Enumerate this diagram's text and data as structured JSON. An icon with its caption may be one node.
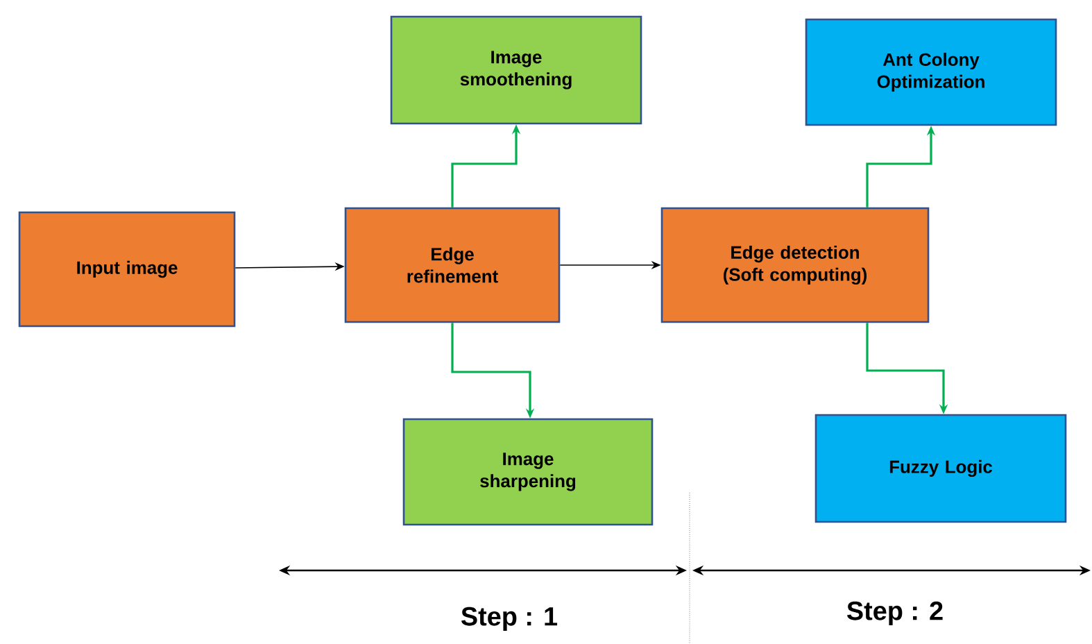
{
  "diagram": {
    "nodes": [
      {
        "text": [
          "Input image"
        ]
      },
      {
        "text": [
          "Edge refinement"
        ]
      },
      {
        "text": [
          "Image smoothening"
        ]
      },
      {
        "text": [
          "Image sharpening"
        ]
      },
      {
        "text": [
          "Edge detection (Soft computing)"
        ]
      },
      {
        "text": [
          "Ant Colony Optimization"
        ]
      },
      {
        "text": [
          "Fuzzy Logic"
        ]
      }
    ],
    "edges": [
      {
        "from": 0,
        "to": 1,
        "arrow": "to",
        "color": "#000000"
      },
      {
        "from": 1,
        "to": 4,
        "arrow": "to",
        "color": "#000000"
      },
      {
        "from": 1,
        "to": 2,
        "arrow": "to"
      },
      {
        "from": 1,
        "to": 3,
        "arrow": "to"
      },
      {
        "from": 4,
        "to": 5,
        "arrow": "to"
      },
      {
        "from": 4,
        "to": 6,
        "arrow": "to"
      }
    ],
    "labels": [
      "Step : 1",
      "Step : 2"
    ]
  }
}
